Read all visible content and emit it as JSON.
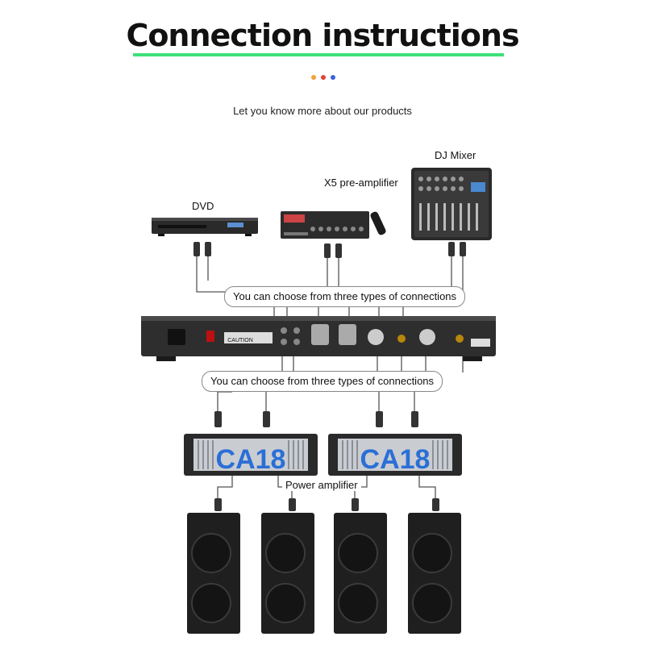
{
  "header": {
    "title": "Connection instructions",
    "subtitle": "Let you know more about our products"
  },
  "colors": {
    "accent_underline": "#3ee07a",
    "dot_1": "#f5a13b",
    "dot_2": "#e0433a",
    "dot_3": "#3a64e0",
    "amp_brand_blue": "#2b6fd6"
  },
  "sources": {
    "dvd_label": "DVD",
    "preamp_label": "X5 pre-amplifier",
    "mixer_label": "DJ Mixer"
  },
  "connections": {
    "top_note": "You can choose from three types of connections",
    "bottom_note": "You can choose from three types of connections"
  },
  "processor": {
    "caution_label": "CAUTION"
  },
  "amplifiers": {
    "label": "Power amplifier",
    "model_text": "CA18"
  }
}
